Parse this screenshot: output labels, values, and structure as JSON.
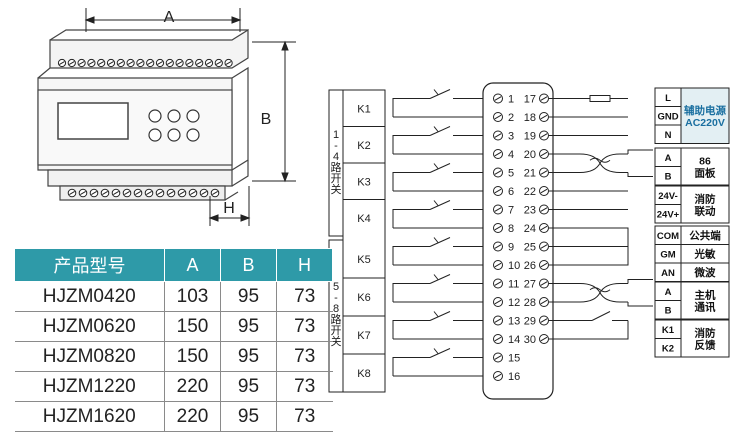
{
  "dimension_drawing": {
    "label_a": "A",
    "label_b": "B",
    "label_h": "H"
  },
  "spec_table": {
    "headers": [
      "产品型号",
      "A",
      "B",
      "H"
    ],
    "rows": [
      [
        "HJZM0420",
        "103",
        "95",
        "73"
      ],
      [
        "HJZM0620",
        "150",
        "95",
        "73"
      ],
      [
        "HJZM0820",
        "150",
        "95",
        "73"
      ],
      [
        "HJZM1220",
        "220",
        "95",
        "73"
      ],
      [
        "HJZM1620",
        "220",
        "95",
        "73"
      ]
    ]
  },
  "wiring": {
    "group_1_label": "1\n-\n4\n路\n开\n关",
    "group_2_label": "5\n-\n8\n路\n开\n关",
    "relays": [
      "K1",
      "K2",
      "K3",
      "K4",
      "K5",
      "K6",
      "K7",
      "K8"
    ],
    "left_terminals": [
      "1",
      "2",
      "3",
      "4",
      "5",
      "6",
      "7",
      "8",
      "9",
      "10",
      "11",
      "12",
      "13",
      "14",
      "15",
      "16"
    ],
    "right_terminals": [
      "17",
      "18",
      "19",
      "20",
      "21",
      "22",
      "23",
      "24",
      "25",
      "26",
      "27",
      "28",
      "29",
      "30"
    ],
    "right_blocks": [
      {
        "labels": [
          "L",
          "GND",
          "N"
        ],
        "desc": [
          "辅助电源",
          "AC220V"
        ],
        "highlight": true
      },
      {
        "labels": [
          "A",
          "B"
        ],
        "desc": [
          "86",
          "面板"
        ]
      },
      {
        "labels": [
          "24V-",
          "24V+"
        ],
        "desc": [
          "消防",
          "联动"
        ]
      },
      {
        "labels": [
          "COM",
          "GM",
          "AN"
        ],
        "desc": [
          "公共端",
          "光敏",
          "微波"
        ]
      },
      {
        "labels": [
          "A",
          "B"
        ],
        "desc": [
          "主机",
          "通讯"
        ]
      },
      {
        "labels": [
          "K1",
          "K2"
        ],
        "desc": [
          "消防",
          "反馈"
        ]
      }
    ]
  }
}
